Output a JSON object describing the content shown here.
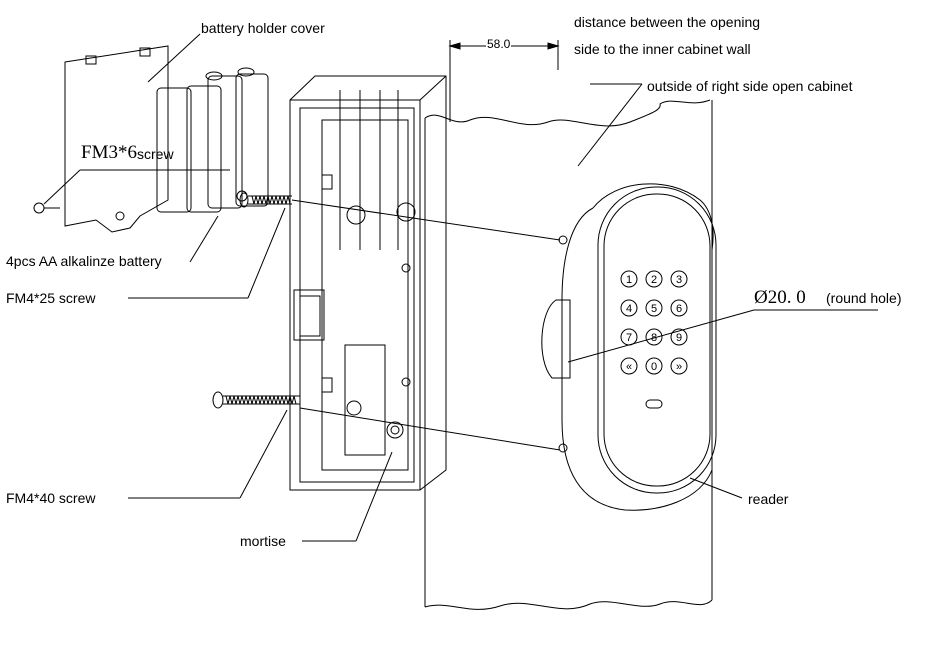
{
  "labels": {
    "battery_holder_cover": "battery holder cover",
    "distance_line1": "distance between the opening",
    "distance_line2": "side to the inner cabinet wall",
    "outside_cabinet": "outside of right side open cabinet",
    "fm3_screw_code": "FM3*6",
    "fm3_screw_word": "screw",
    "battery": "4pcs AA alkalinze battery",
    "fm4_25": "FM4*25 screw",
    "hole_dia": "Ø20. 0",
    "round_hole": "(round hole)",
    "fm4_40": "FM4*40 screw",
    "reader": "reader",
    "mortise": "mortise",
    "dimension_value": "58.0"
  },
  "keypad": {
    "keys": [
      "1",
      "2",
      "3",
      "4",
      "5",
      "6",
      "7",
      "8",
      "9",
      "«",
      "0",
      "»"
    ]
  },
  "colors": {
    "line": "#000000",
    "background": "#ffffff"
  }
}
